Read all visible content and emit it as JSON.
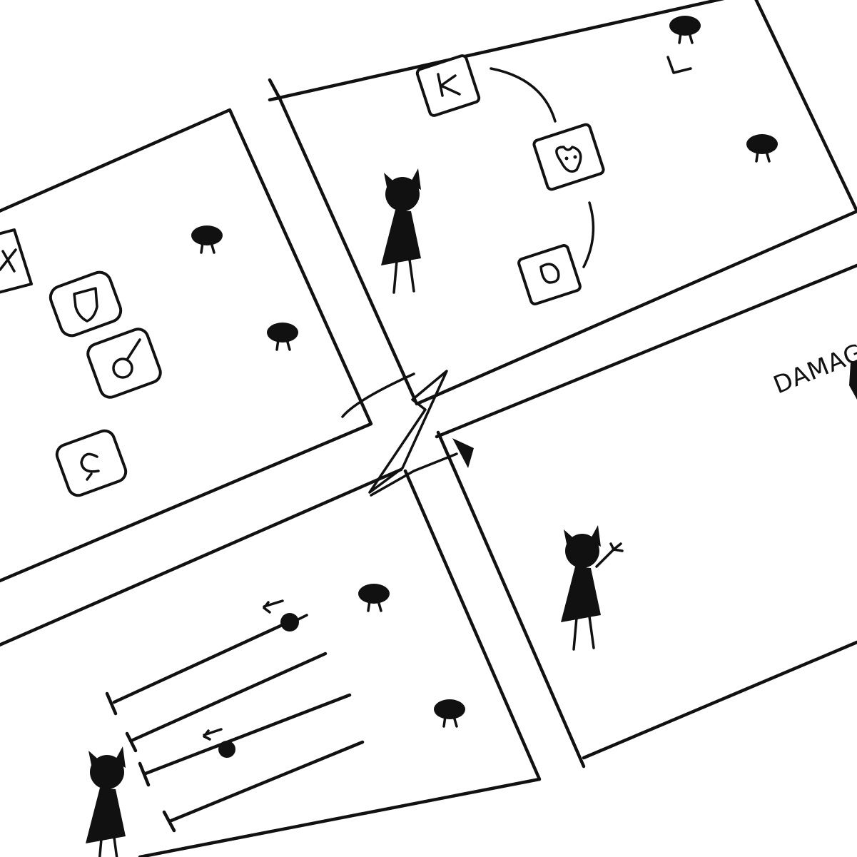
{
  "colors": {
    "ink": "#111111",
    "paper": "#ffffff"
  },
  "panels": [
    {
      "id": "panel-1",
      "description_icons": [
        "x-skill-icon",
        "shield-skill-icon",
        "pan-skill-icon",
        "swirl-skill-icon"
      ]
    },
    {
      "id": "panel-2",
      "description_icons": [
        "k-skill-icon",
        "heart-skill-icon",
        "bean-skill-icon"
      ]
    },
    {
      "id": "panel-3",
      "description_icons": [
        "timeline-slider-icon"
      ]
    },
    {
      "id": "panel-4",
      "label": "DAMAGE"
    }
  ],
  "damage_label": "DAMAGE"
}
